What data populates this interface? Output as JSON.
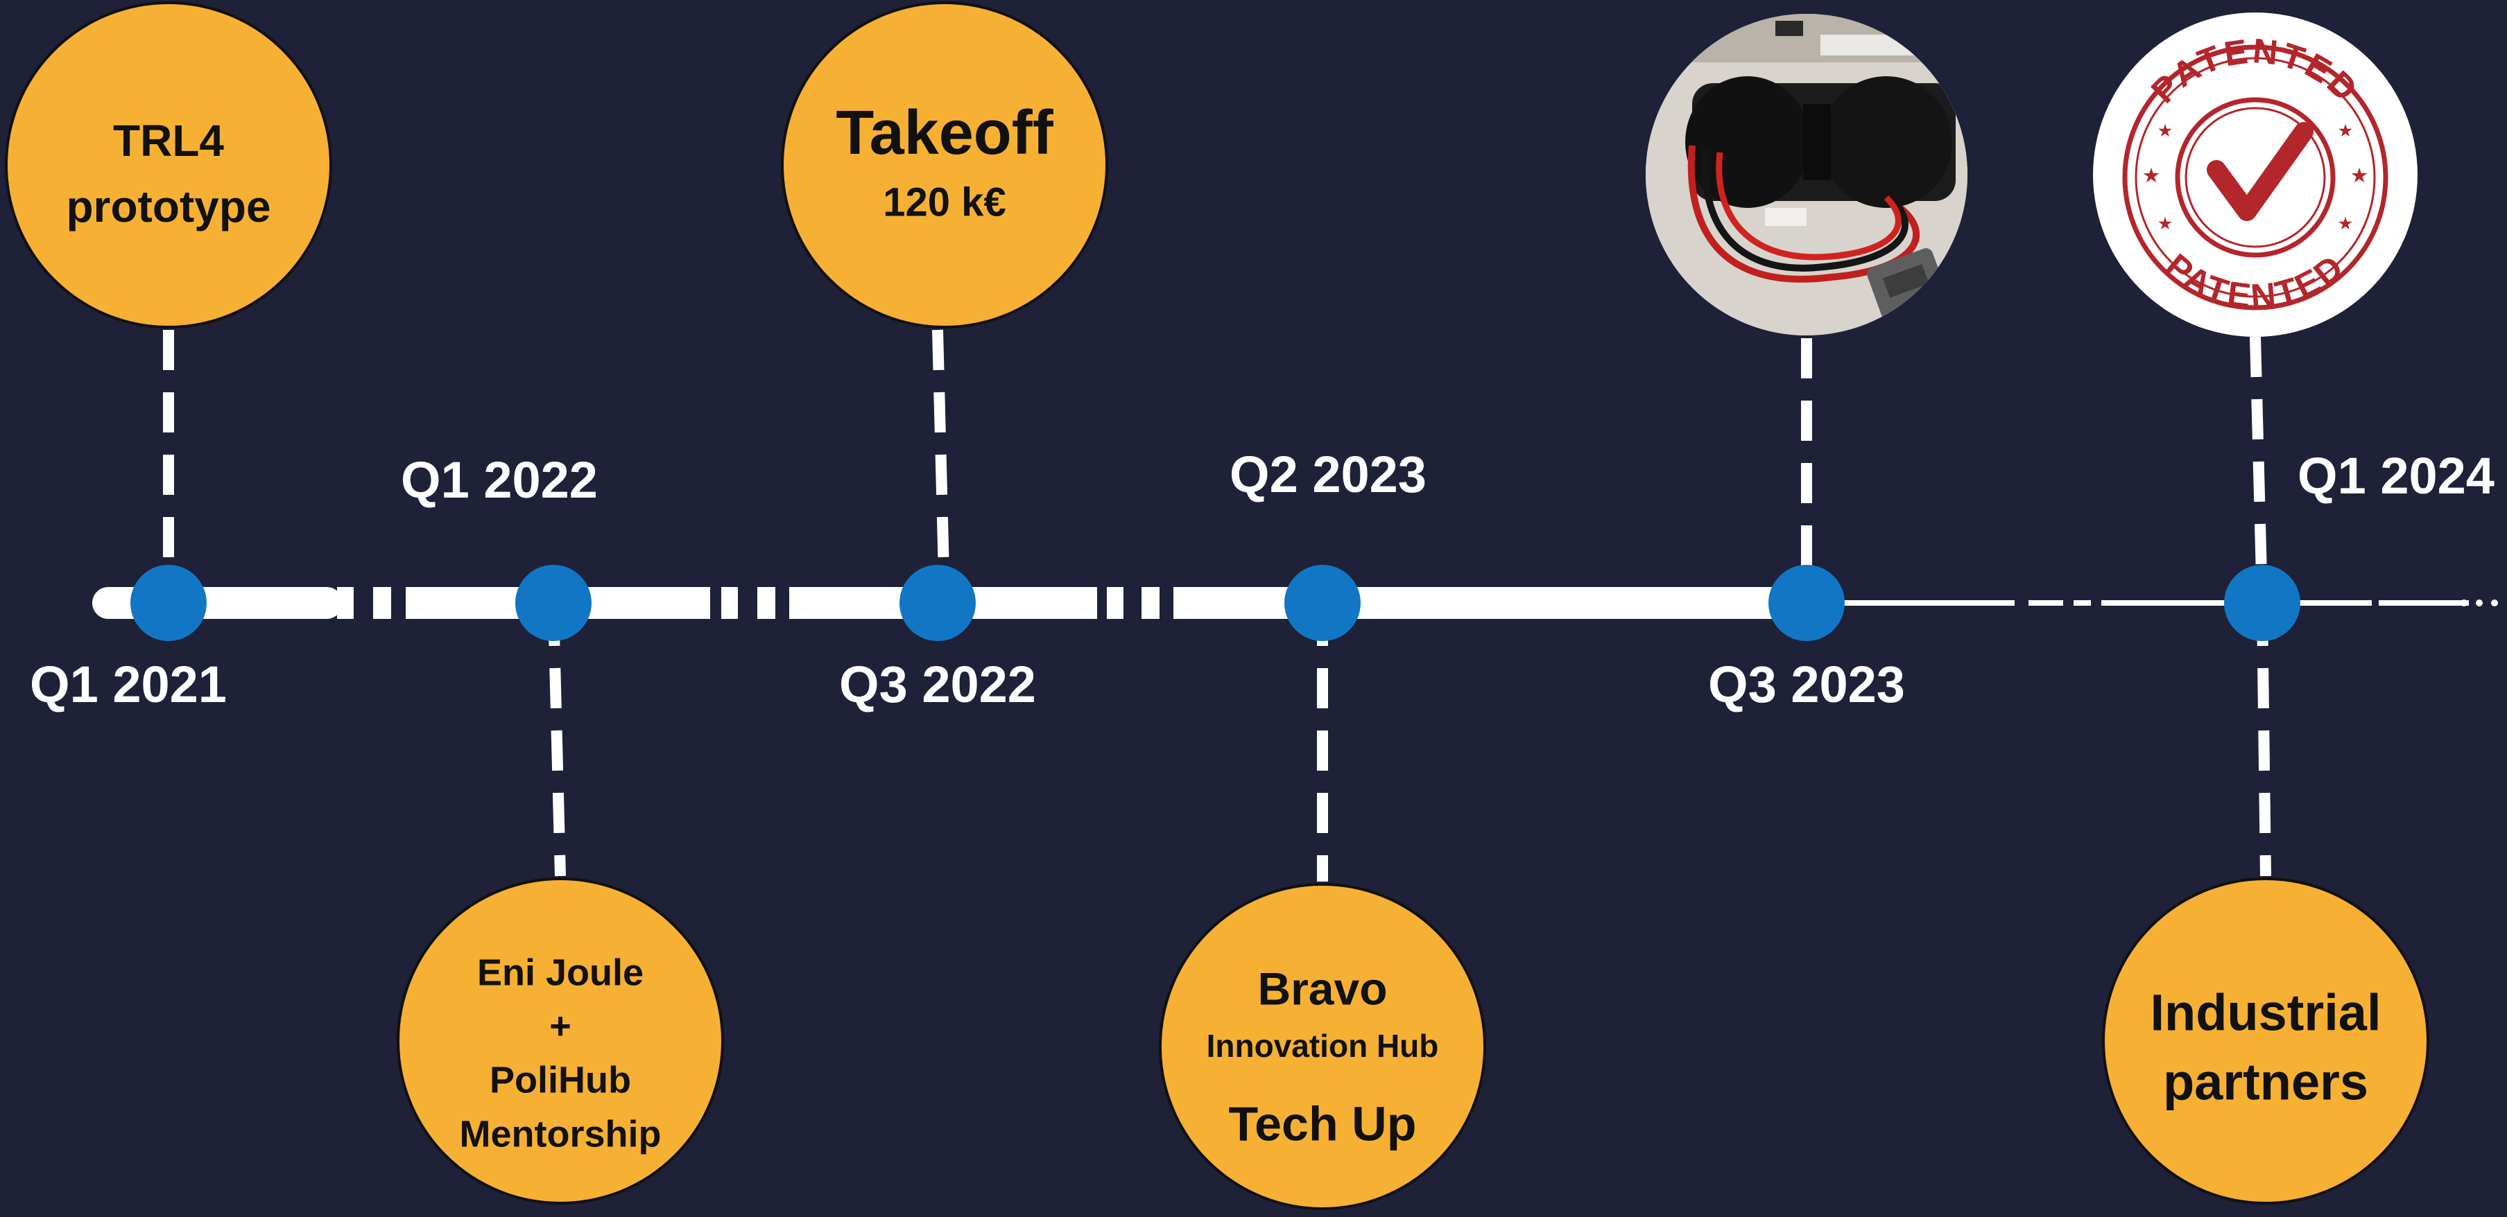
{
  "colors": {
    "background": "#1e2137",
    "axis": "#ffffff",
    "node": "#1177c4",
    "bubble": "#f6b034",
    "bubble_outline": "#111111",
    "bubble_text": "#111111",
    "label": "#ffffff",
    "patent_red": "#b3262c"
  },
  "milestones": [
    {
      "date": "Q1 2021",
      "lines": [
        "TRL4",
        "prototype"
      ]
    },
    {
      "date": "Q1 2022",
      "lines": [
        "Eni Joule",
        "+",
        "PoliHub",
        "Mentorship"
      ]
    },
    {
      "date": "Q3 2022",
      "lines": [
        "Takeoff",
        "120 k€"
      ]
    },
    {
      "date": "Q2 2023",
      "lines": [
        "Bravo",
        "Innovation Hub",
        "Tech Up"
      ]
    },
    {
      "date": "Q3 2023",
      "image": "prototype-device-photo"
    },
    {
      "date": "Q1 2024",
      "lines": [
        "Industrial",
        "partners"
      ],
      "badge": {
        "icon": "patented-stamp-icon",
        "text_top": "PATENTED",
        "text_bottom": "PATENTED"
      }
    }
  ]
}
